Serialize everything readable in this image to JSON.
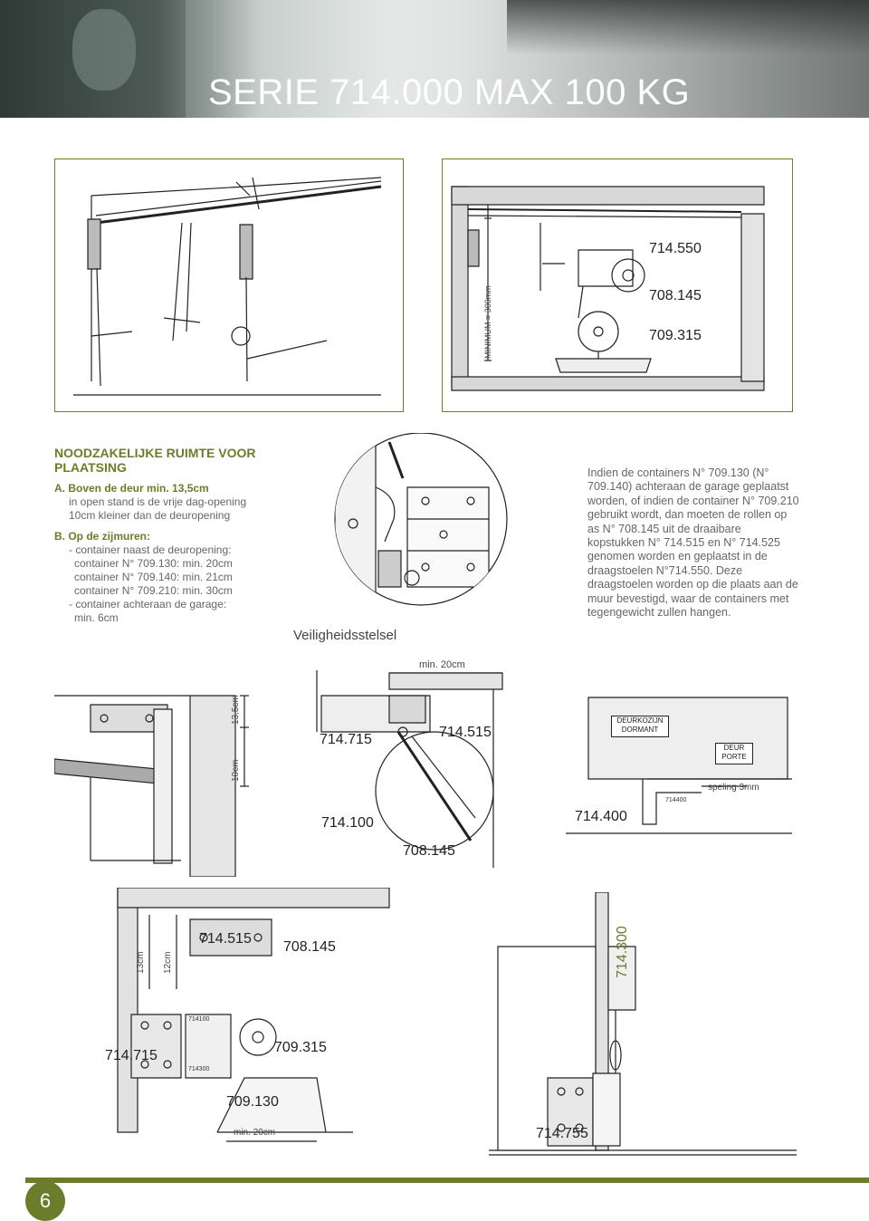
{
  "header": {
    "title": "SERIE 714.000 MAX 100 KG"
  },
  "requirements": {
    "heading": "NOODZAKELIJKE RUIMTE VOOR PLAATSING",
    "a_title": "A. Boven de deur min. 13,5cm",
    "a_line1": "in open stand is de vrije dag-opening",
    "a_line2": "10cm kleiner dan de deuropening",
    "b_title": "B. Op de zijmuren:",
    "b_line1": "- container naast de deuropening:",
    "b_line2": "container N° 709.130: min. 20cm",
    "b_line3": "container N° 709.140: min. 21cm",
    "b_line4": "container N° 709.210: min. 30cm",
    "b_line5": "- container achteraan de garage:",
    "b_line6": "min. 6cm"
  },
  "info": {
    "text": "Indien de containers N° 709.130 (N° 709.140) achteraan de garage geplaatst worden, of indien de container N° 709.210 gebruikt wordt, dan moeten de rollen op as N° 708.145 uit de draaibare kopstukken N° 714.515 en N° 714.525 genomen worden en geplaatst in de draagstoelen N°714.550. Deze draagstoelen worden op die plaats aan de muur bevestigd, waar de containers met tegengewicht zullen hangen."
  },
  "detail_caption": "Veiligheidsstelsel",
  "panel_right_top": {
    "min_label": "MINIMUM = 300mm",
    "labels": [
      "714.550",
      "708.145",
      "709.315"
    ]
  },
  "panel_mid_left": {
    "dims": [
      "13,5cm",
      "10cm"
    ]
  },
  "panel_mid_center": {
    "min": "min. 20cm",
    "labels": [
      "714.715",
      "714.515",
      "714.100",
      "708.145"
    ]
  },
  "panel_mid_right": {
    "box1_l1": "DEURKOZIJN",
    "box1_l2": "DORMANT",
    "box2_l1": "DEUR",
    "box2_l2": "PORTE",
    "small": "714400",
    "speling": "speling 3mm",
    "label": "714.400"
  },
  "panel_bottom_left": {
    "dims": [
      "13cm",
      "12cm"
    ],
    "labels": [
      "714.515",
      "708.145",
      "714.715",
      "709.315",
      "709.130"
    ],
    "small": [
      "714100",
      "714300"
    ],
    "min": "min. 20cm"
  },
  "panel_bottom_right": {
    "labels": [
      "714.300",
      "714.755"
    ]
  },
  "page": {
    "number": "6"
  },
  "colors": {
    "accent": "#6b7d2b"
  }
}
